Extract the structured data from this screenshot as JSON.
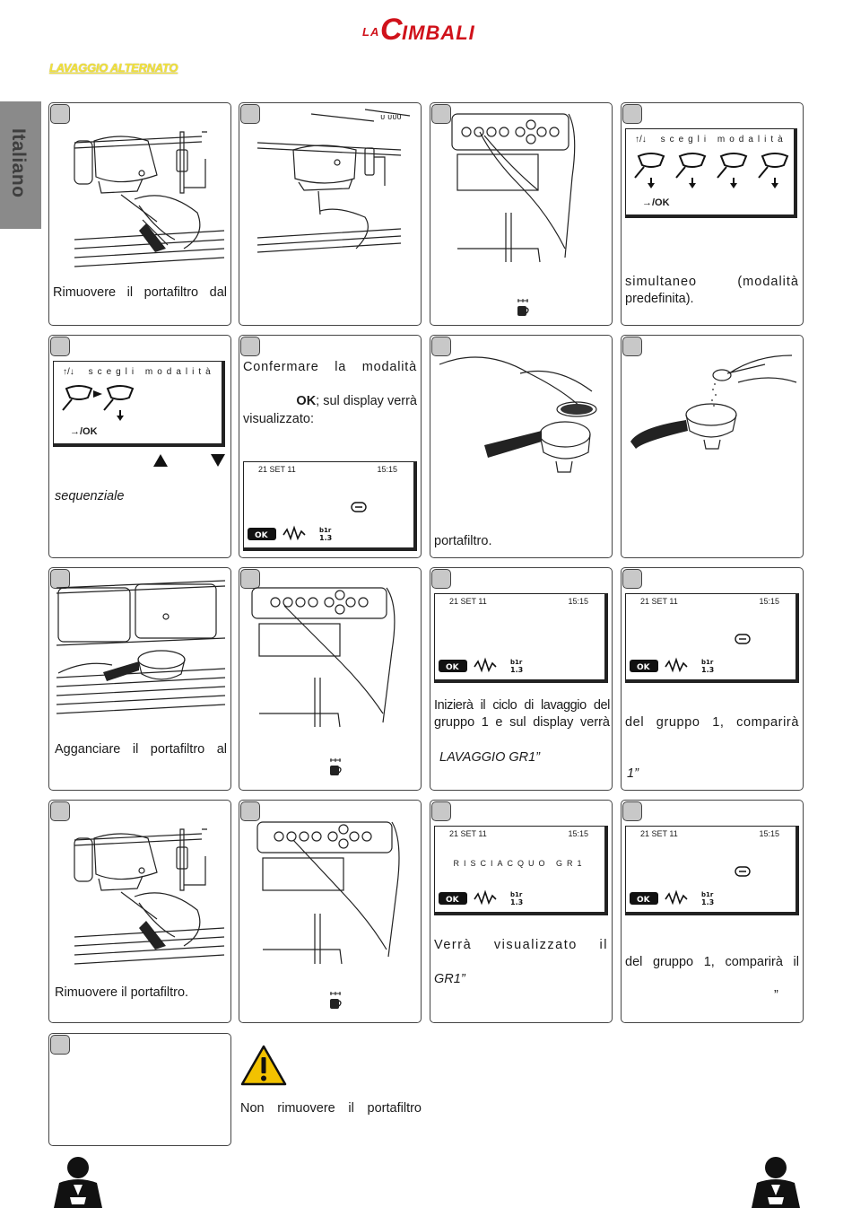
{
  "brand": {
    "la": "LA",
    "c": "C",
    "rest": "IMBALI"
  },
  "section_title": "LAVAGGIO ALTERNATO",
  "side_tab": "Italiano",
  "lcd": {
    "date": "21 SET 11",
    "time": "15:15",
    "ok": "OK",
    "count": "1.3"
  },
  "mode_screen": {
    "header": "scegli modalità",
    "footer": "→/OK",
    "arrows": "↑/↓"
  },
  "cards": {
    "c1": "Rimuovere il portafiltro dal",
    "c4": [
      "simultaneo (modalità",
      "predefinita)."
    ],
    "c5": "sequenziale",
    "c6a": "Confermare la modalità",
    "c6b_ok": "OK",
    "c6b": "; sul display verrà",
    "c6c": "visualizzato:",
    "c7": "portafiltro.",
    "c9": "Agganciare il portafiltro al",
    "c11": [
      "Inizierà il ciclo di lavaggio del",
      "gruppo 1 e sul display verrà",
      "LAVAGGIO GR1”"
    ],
    "c12": [
      "del gruppo 1, comparirà",
      "1”"
    ],
    "c13": "Rimuovere il portafiltro.",
    "c15": [
      "Verrà visualizzato il",
      "GR1”"
    ],
    "c15_lcd": "RISCIACQUO GR1",
    "c16": [
      "del gruppo 1, comparirà il",
      "”"
    ]
  },
  "warning": "Non rimuovere il portafiltro"
}
